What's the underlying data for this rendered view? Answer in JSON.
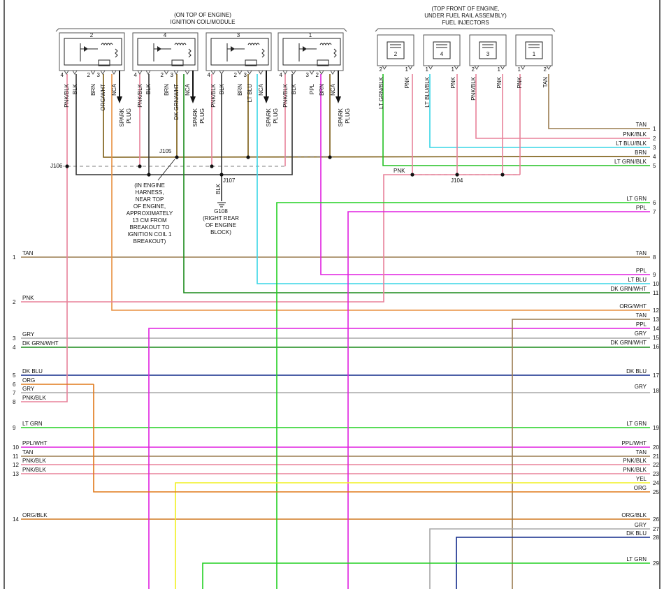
{
  "header": {
    "coils_title_line1": "(ON TOP OF ENGINE)",
    "coils_title_line2": "IGNITION COIL/MODULE",
    "injectors_title_line1": "(TOP FRONT OF ENGINE,",
    "injectors_title_line2": "UNDER FUEL RAIL ASSEMBLY)",
    "injectors_title_line3": "FUEL INJECTORS"
  },
  "coils": [
    {
      "number": "2",
      "pins": [
        {
          "pin": "4",
          "wire": "PNK/BLK"
        },
        {
          "pin": "",
          "wire": "BLK"
        },
        {
          "pin": "2",
          "wire": "BRN"
        },
        {
          "pin": "3",
          "wire": "ORG/WHT"
        },
        {
          "pin": "",
          "wire": "NCA"
        }
      ]
    },
    {
      "number": "4",
      "pins": [
        {
          "pin": "4",
          "wire": "PNK/BLK"
        },
        {
          "pin": "",
          "wire": "BLK"
        },
        {
          "pin": "2",
          "wire": "BRN"
        },
        {
          "pin": "3",
          "wire": "DK GRN/WHT"
        },
        {
          "pin": "",
          "wire": "NCA"
        }
      ]
    },
    {
      "number": "3",
      "pins": [
        {
          "pin": "4",
          "wire": "PNK/BLK"
        },
        {
          "pin": "",
          "wire": "BLK"
        },
        {
          "pin": "2",
          "wire": "BRN"
        },
        {
          "pin": "3",
          "wire": "LT BLU"
        },
        {
          "pin": "",
          "wire": "NCA"
        }
      ]
    },
    {
      "number": "1",
      "pins": [
        {
          "pin": "4",
          "wire": "PNK/BLK"
        },
        {
          "pin": "",
          "wire": "BLK"
        },
        {
          "pin": "3",
          "wire": "PPL"
        },
        {
          "pin": "2",
          "wire": "BRN"
        },
        {
          "pin": "",
          "wire": "NCA"
        }
      ]
    }
  ],
  "spark_plug_label": [
    "SPARK",
    "PLUG"
  ],
  "injectors": [
    {
      "number": "2",
      "left_pin": "2",
      "right_pin": "1",
      "left_wire": "LT GRN/BLK",
      "right_wire": "PNK"
    },
    {
      "number": "4",
      "left_pin": "1",
      "right_pin": "1",
      "left_wire": "LT BLU/BLK",
      "right_wire": "PNK"
    },
    {
      "number": "3",
      "left_pin": "2",
      "right_pin": "1",
      "left_wire": "PNK/BLK",
      "right_wire": "PNK"
    },
    {
      "number": "1",
      "left_pin": "1",
      "right_pin": "2",
      "left_wire": "PNK",
      "right_wire": "TAN"
    }
  ],
  "splices": {
    "j105": "J105",
    "j106": "J106",
    "j107": "J107",
    "j104": "J104",
    "g108": "G108",
    "j107_wire": "BLK",
    "j104_wire": "PNK",
    "g108_note": [
      "(RIGHT REAR",
      "OF ENGINE",
      "BLOCK)"
    ],
    "harness_note": [
      "(IN ENGINE",
      "HARNESS,",
      "NEAR TOP",
      "OF ENGINE,",
      "APPROXIMATELY",
      "13 CM FROM",
      "BREAKOUT TO",
      "IGNITION COIL 1",
      "BREAKOUT)"
    ]
  },
  "right_connector": [
    {
      "pin": "1",
      "wire": "TAN"
    },
    {
      "pin": "2",
      "wire": "PNK/BLK"
    },
    {
      "pin": "3",
      "wire": "LT BLU/BLK"
    },
    {
      "pin": "4",
      "wire": "BRN"
    },
    {
      "pin": "5",
      "wire": "LT GRN/BLK"
    },
    {
      "pin": "6",
      "wire": "LT GRN"
    },
    {
      "pin": "7",
      "wire": "PPL"
    },
    {
      "pin": "8",
      "wire": "TAN"
    },
    {
      "pin": "9",
      "wire": "PPL"
    },
    {
      "pin": "10",
      "wire": "LT BLU"
    },
    {
      "pin": "11",
      "wire": "DK GRN/WHT"
    },
    {
      "pin": "12",
      "wire": "ORG/WHT"
    },
    {
      "pin": "13",
      "wire": "TAN"
    },
    {
      "pin": "14",
      "wire": "PPL"
    },
    {
      "pin": "15",
      "wire": "GRY"
    },
    {
      "pin": "16",
      "wire": "DK GRN/WHT"
    },
    {
      "pin": "17",
      "wire": "DK BLU"
    },
    {
      "pin": "18",
      "wire": "GRY"
    },
    {
      "pin": "19",
      "wire": "LT GRN"
    },
    {
      "pin": "20",
      "wire": "PPL/WHT"
    },
    {
      "pin": "21",
      "wire": "TAN"
    },
    {
      "pin": "22",
      "wire": "PNK/BLK"
    },
    {
      "pin": "23",
      "wire": "PNK/BLK"
    },
    {
      "pin": "24",
      "wire": "YEL"
    },
    {
      "pin": "25",
      "wire": "ORG"
    },
    {
      "pin": "26",
      "wire": "ORG/BLK"
    },
    {
      "pin": "27",
      "wire": "GRY"
    },
    {
      "pin": "28",
      "wire": "DK BLU"
    },
    {
      "pin": "29",
      "wire": "LT GRN"
    }
  ],
  "left_connector": [
    {
      "pin": "1",
      "wire": "TAN"
    },
    {
      "pin": "2",
      "wire": "PNK"
    },
    {
      "pin": "3",
      "wire": "GRY"
    },
    {
      "pin": "4",
      "wire": "DK GRN/WHT"
    },
    {
      "pin": "5",
      "wire": "DK BLU"
    },
    {
      "pin": "6",
      "wire": "ORG"
    },
    {
      "pin": "7",
      "wire": "GRY"
    },
    {
      "pin": "8",
      "wire": "PNK/BLK"
    },
    {
      "pin": "9",
      "wire": "LT GRN"
    },
    {
      "pin": "10",
      "wire": "PPL/WHT"
    },
    {
      "pin": "11",
      "wire": "TAN"
    },
    {
      "pin": "12",
      "wire": "PNK/BLK"
    },
    {
      "pin": "13",
      "wire": "PNK/BLK"
    },
    {
      "pin": "14",
      "wire": "ORG/BLK"
    }
  ],
  "wire_colors": {
    "TAN": "#9a7b4f",
    "PNK": "#e8829a",
    "PNK/BLK": "#e8829a",
    "LT BLU": "#38d6e6",
    "LT BLU/BLK": "#38d6e6",
    "BRN": "#7a5a10",
    "LT GRN": "#22d022",
    "LT GRN/BLK": "#22c022",
    "PPL": "#e020e0",
    "PPL/WHT": "#e020e0",
    "DK GRN/WHT": "#1a8a1a",
    "ORG": "#e07818",
    "ORG/WHT": "#e89040",
    "ORG/BLK": "#d07820",
    "GRY": "#a8a8a8",
    "DK BLU": "#102a8a",
    "YEL": "#f0f020",
    "BLK": "#333333"
  }
}
